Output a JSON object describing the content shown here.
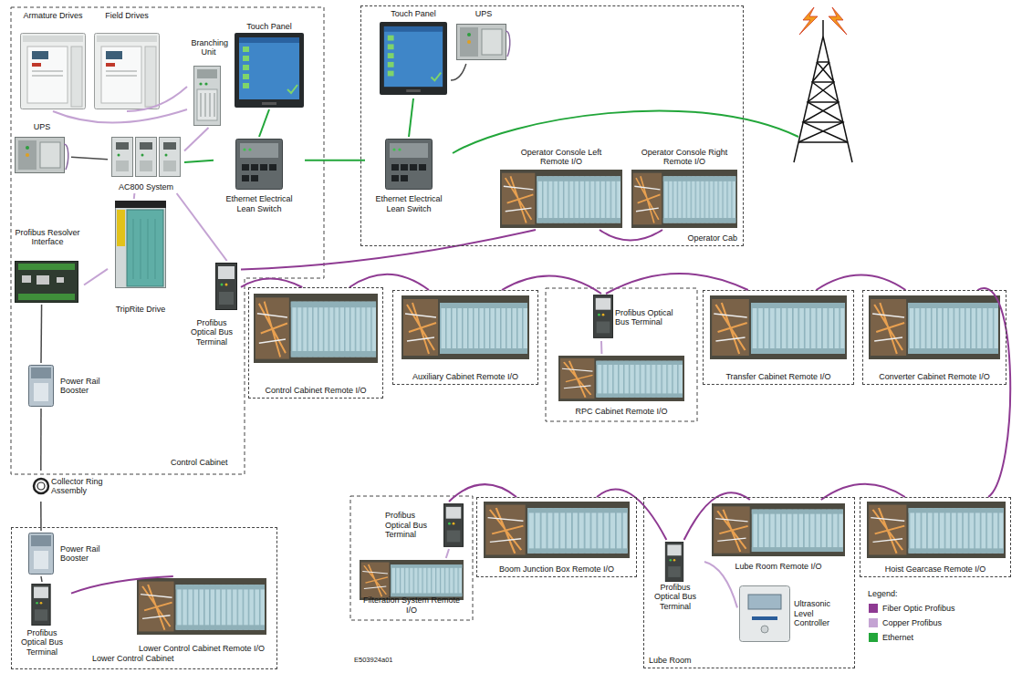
{
  "diagram": {
    "nodes": [
      {
        "text": [
          "Control Cabinet"
        ]
      },
      {
        "text": [
          "Armature Drives"
        ],
        "in": 0
      },
      {
        "text": [
          "Field Drives"
        ],
        "in": 0
      },
      {
        "text": [
          "Branching Unit"
        ],
        "in": 0
      },
      {
        "text": [
          "Touch Panel"
        ],
        "in": 0
      },
      {
        "text": [
          "UPS"
        ],
        "in": 0
      },
      {
        "text": [
          "AC800 System"
        ],
        "in": 0
      },
      {
        "text": [
          "Ethernet Electrical Lean Switch"
        ],
        "in": 0
      },
      {
        "text": [
          "Profibus Resolver Interface"
        ],
        "in": 0
      },
      {
        "text": [
          "TripRite Drive"
        ],
        "in": 0
      },
      {
        "text": [
          "Profibus Optical Bus Terminal"
        ],
        "in": 0
      },
      {
        "text": [
          "Power Rail Booster"
        ],
        "in": 0
      },
      {
        "text": [
          "Operator Cab"
        ]
      },
      {
        "text": [
          "Touch Panel"
        ],
        "in": 12
      },
      {
        "text": [
          "UPS"
        ],
        "in": 12
      },
      {
        "text": [
          "Ethernet Electrical Lean Switch"
        ],
        "in": 12
      },
      {
        "text": [
          "Operator Console Left Remote I/O"
        ],
        "in": 12
      },
      {
        "text": [
          "Operator Console Right Remote I/O"
        ],
        "in": 12
      },
      {
        "text": [
          "Collector Ring Assembly"
        ]
      },
      {
        "text": [
          "Lower Control Cabinet"
        ]
      },
      {
        "text": [
          "Power Rail Booster"
        ],
        "in": 19
      },
      {
        "text": [
          "Profibus Optical Bus Terminal"
        ],
        "in": 19
      },
      {
        "text": [
          "Lower Control Cabinet Remote I/O"
        ],
        "in": 19
      },
      {
        "text": [
          "Control Cabinet Remote I/O"
        ]
      },
      {
        "text": [
          "Auxiliary Cabinet Remote I/O"
        ]
      },
      {
        "text": [
          "Profibus Optical Bus Terminal"
        ]
      },
      {
        "text": [
          "RPC Cabinet Remote I/O"
        ]
      },
      {
        "text": [
          "Transfer Cabinet Remote I/O"
        ]
      },
      {
        "text": [
          "Converter Cabinet Remote I/O"
        ]
      },
      {
        "text": [
          "Profibus Optical Bus Terminal"
        ]
      },
      {
        "text": [
          "Filteration System Remote I/O"
        ]
      },
      {
        "text": [
          "Boom Junction Box Remote I/O"
        ]
      },
      {
        "text": [
          "Lube Room"
        ]
      },
      {
        "text": [
          "Profibus Optical Bus Terminal"
        ],
        "in": 32
      },
      {
        "text": [
          "Lube Room Remote I/O"
        ],
        "in": 32
      },
      {
        "text": [
          "Ultrasonic Level Controller"
        ],
        "in": 32
      },
      {
        "text": [
          "Hoist Gearcase Remote I/O"
        ]
      }
    ],
    "edges": [
      {
        "from": 1,
        "to": 3,
        "arrow": "none"
      },
      {
        "from": 2,
        "to": 3,
        "arrow": "none"
      },
      {
        "from": 3,
        "to": 6,
        "arrow": "none"
      },
      {
        "from": 5,
        "to": 6,
        "arrow": "none"
      },
      {
        "from": 6,
        "to": 7,
        "arrow": "none"
      },
      {
        "from": 4,
        "to": 7,
        "arrow": "none"
      },
      {
        "from": 7,
        "to": 15,
        "arrow": "none"
      },
      {
        "from": 13,
        "to": 15,
        "arrow": "none"
      },
      {
        "from": 14,
        "to": 13,
        "arrow": "none"
      },
      {
        "from": 6,
        "to": 9,
        "arrow": "none"
      },
      {
        "from": 6,
        "to": 10,
        "arrow": "none"
      },
      {
        "from": 8,
        "to": 9,
        "arrow": "none"
      },
      {
        "from": 8,
        "to": 11,
        "arrow": "none"
      },
      {
        "from": 11,
        "to": 18,
        "arrow": "none"
      },
      {
        "from": 18,
        "to": 20,
        "arrow": "none"
      },
      {
        "from": 20,
        "to": 21,
        "arrow": "none"
      },
      {
        "from": 21,
        "to": 22,
        "arrow": "none"
      },
      {
        "from": 10,
        "to": 16,
        "arrow": "none"
      },
      {
        "from": 16,
        "to": 17,
        "arrow": "none"
      },
      {
        "from": 10,
        "to": 23,
        "arrow": "none"
      },
      {
        "from": 23,
        "to": 24,
        "arrow": "none"
      },
      {
        "from": 24,
        "to": 25,
        "arrow": "none"
      },
      {
        "from": 25,
        "to": 26,
        "arrow": "none"
      },
      {
        "from": 25,
        "to": 27,
        "arrow": "none"
      },
      {
        "from": 27,
        "to": 28,
        "arrow": "none"
      },
      {
        "from": 28,
        "to": 36,
        "arrow": "none"
      },
      {
        "from": 36,
        "to": 34,
        "arrow": "none"
      },
      {
        "from": 34,
        "to": 33,
        "arrow": "none"
      },
      {
        "from": 33,
        "to": 35,
        "arrow": "none"
      },
      {
        "from": 33,
        "to": 31,
        "arrow": "none"
      },
      {
        "from": 31,
        "to": 29,
        "arrow": "none"
      },
      {
        "from": 29,
        "to": 30,
        "arrow": "none"
      }
    ],
    "labels": [
      "E503924a01",
      "Legend:"
    ],
    "legend": [
      {
        "text": "Fiber Optic Profibus",
        "color": "#8e3a92"
      },
      {
        "text": "Copper Profibus",
        "color": "#c4a3d3"
      },
      {
        "text": "Ethernet",
        "color": "#22a63a"
      }
    ]
  }
}
